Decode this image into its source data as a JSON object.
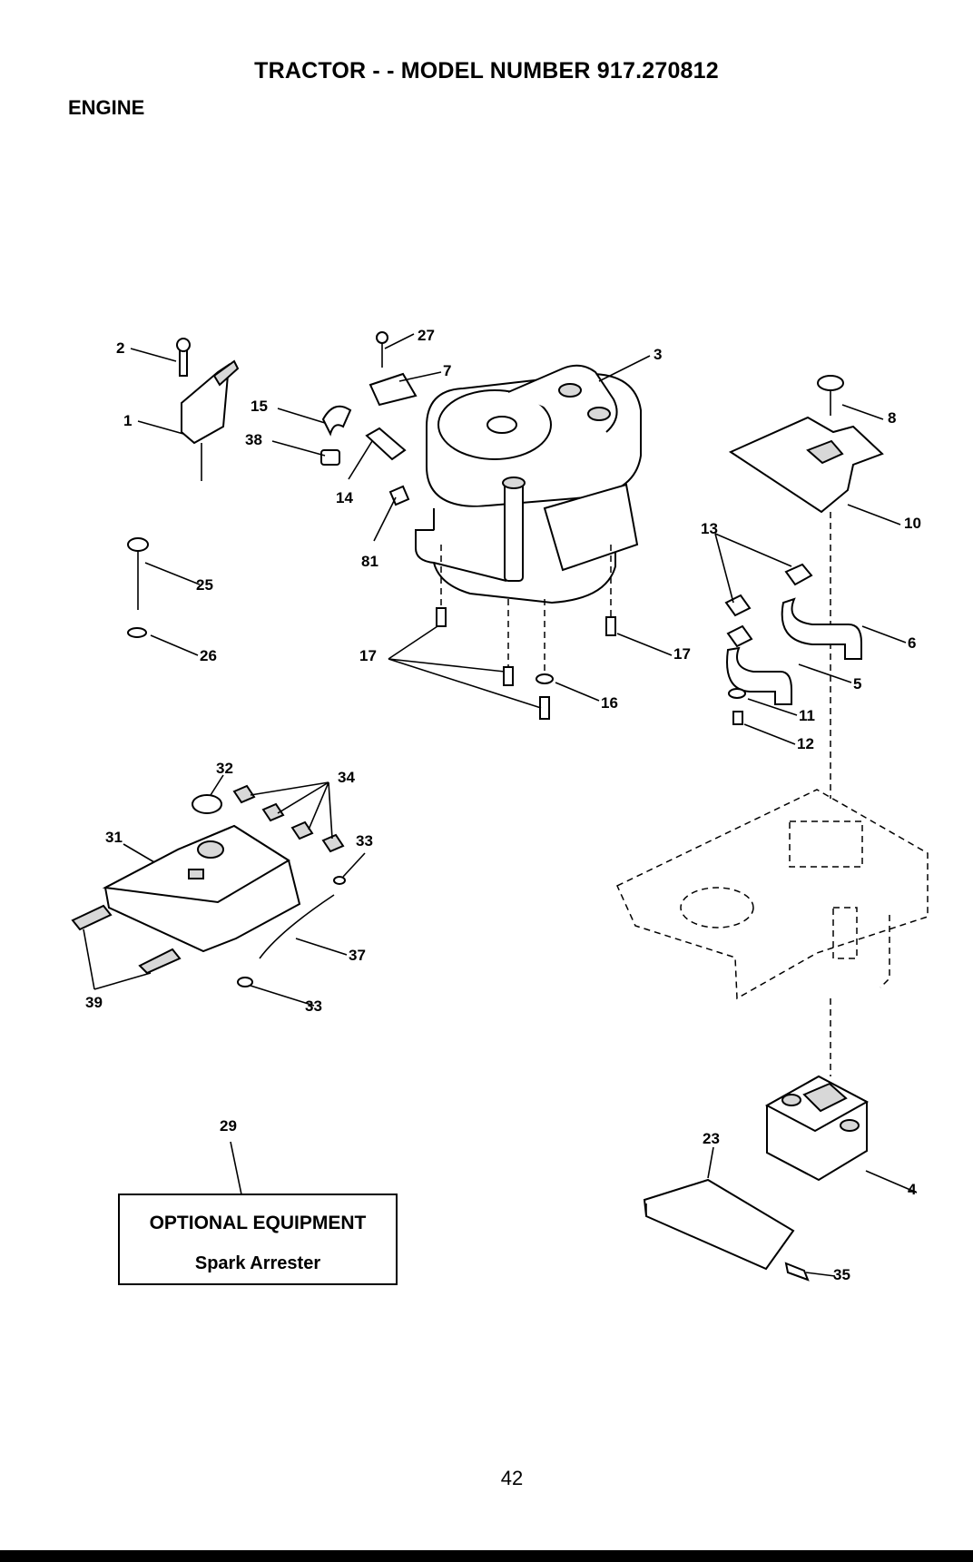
{
  "header": {
    "title": "TRACTOR - - MODEL NUMBER 917.270812",
    "section": "ENGINE"
  },
  "optional_box": {
    "heading": "OPTIONAL EQUIPMENT",
    "item": "Spark Arrester"
  },
  "page_number": "42",
  "callouts": [
    "2",
    "1",
    "27",
    "7",
    "3",
    "15",
    "38",
    "14",
    "81",
    "8",
    "10",
    "13",
    "6",
    "5",
    "25",
    "26",
    "17",
    "17",
    "16",
    "11",
    "12",
    "32",
    "34",
    "31",
    "33",
    "37",
    "39",
    "33",
    "29",
    "23",
    "4",
    "35"
  ]
}
